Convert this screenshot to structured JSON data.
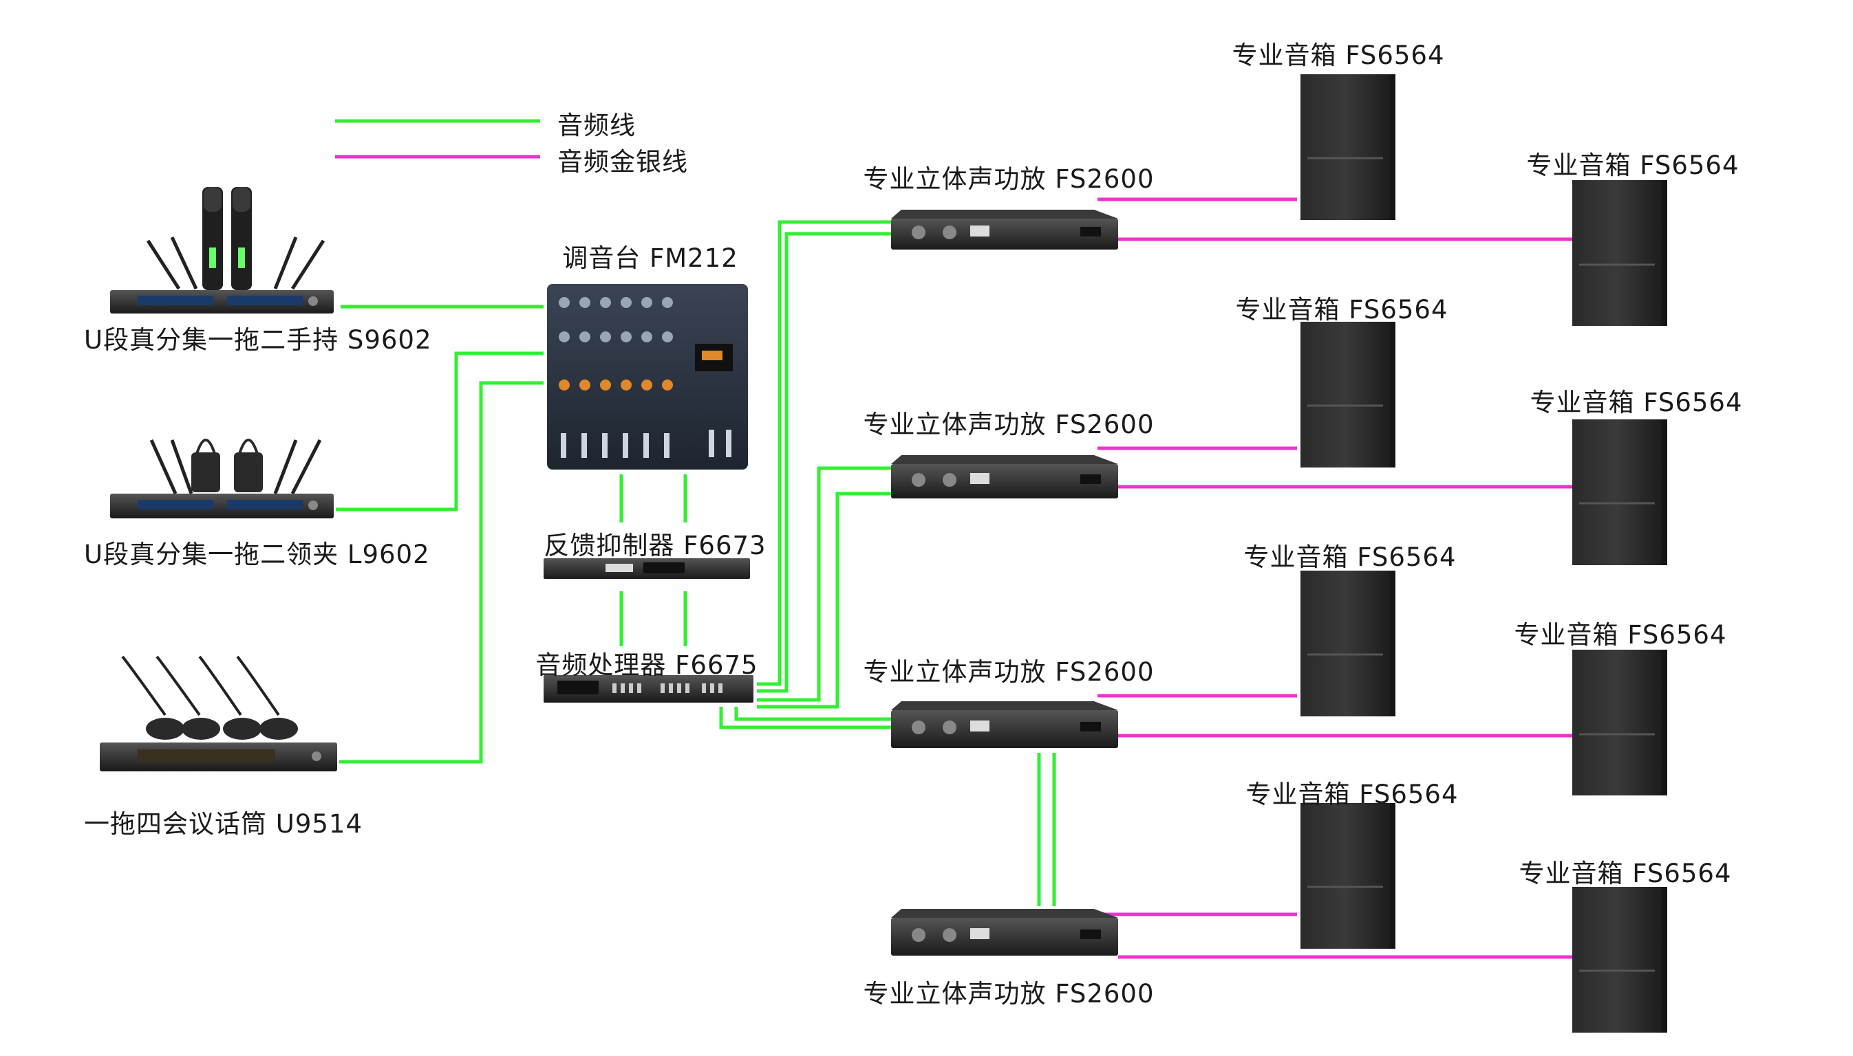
{
  "legend": {
    "audio_line": {
      "label": "音频线",
      "color": "#33ee33"
    },
    "gold_silver_line": {
      "label": "音频金银线",
      "color": "#ee33cc"
    }
  },
  "devices": {
    "mic_handheld": "U段真分集一拖二手持 S9602",
    "mic_lavalier": "U段真分集一拖二领夹 L9602",
    "mic_conference": "一拖四会议话筒 U9514",
    "mixer": "调音台 FM212",
    "feedback_suppressor": "反馈抑制器 F6673",
    "audio_processor": "音频处理器 F6675",
    "amp_1": "专业立体声功放 FS2600",
    "amp_2": "专业立体声功放 FS2600",
    "amp_3": "专业立体声功放 FS2600",
    "amp_4": "专业立体声功放 FS2600",
    "speakers": [
      "专业音箱 FS6564",
      "专业音箱 FS6564",
      "专业音箱 FS6564",
      "专业音箱 FS6564",
      "专业音箱 FS6564",
      "专业音箱 FS6564",
      "专业音箱 FS6564",
      "专业音箱 FS6564"
    ]
  }
}
